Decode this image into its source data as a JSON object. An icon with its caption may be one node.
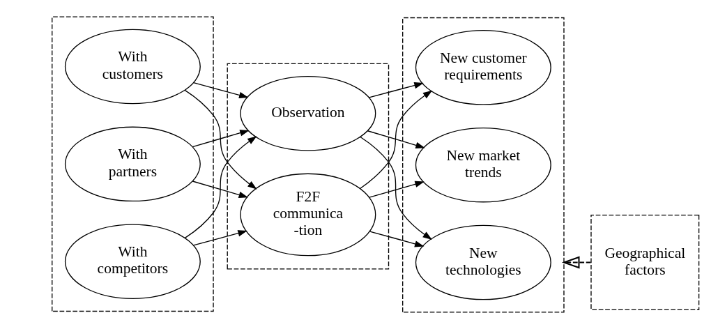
{
  "diagram": {
    "nodes": [
      {
        "text": [],
        "shape": "box"
      },
      {
        "text": [
          "With customers"
        ],
        "in": 0
      },
      {
        "text": [
          "With competitors"
        ],
        "in": 0
      },
      {
        "text": [
          "With partners"
        ],
        "in": 0
      },
      {
        "text": [],
        "shape": "box"
      },
      {
        "text": [
          "F2F communica -tion"
        ],
        "in": 4
      },
      {
        "text": [
          "Observation"
        ],
        "in": 4
      },
      {
        "text": [],
        "shape": "box"
      },
      {
        "text": [
          "New customer requirements"
        ],
        "in": 7
      },
      {
        "text": [
          "New technologies"
        ],
        "in": 7
      },
      {
        "text": [
          "New market trends"
        ],
        "in": 7
      },
      {
        "text": [
          "Geographical factors"
        ]
      }
    ],
    "edges": [
      {
        "from": 1,
        "to": 5,
        "arrow": "to"
      },
      {
        "from": 1,
        "to": 6,
        "arrow": "to"
      },
      {
        "from": 2,
        "to": 5,
        "arrow": "to"
      },
      {
        "from": 2,
        "to": 6,
        "arrow": "to"
      },
      {
        "from": 3,
        "to": 5,
        "arrow": "to"
      },
      {
        "from": 3,
        "to": 6,
        "arrow": "to"
      },
      {
        "from": 5,
        "to": 8,
        "arrow": "to"
      },
      {
        "from": 5,
        "to": 9,
        "arrow": "to"
      },
      {
        "from": 5,
        "to": 10,
        "arrow": "to"
      },
      {
        "from": 6,
        "to": 8,
        "arrow": "to"
      },
      {
        "from": 6,
        "to": 9,
        "arrow": "to"
      },
      {
        "from": 6,
        "to": 10,
        "arrow": "to"
      },
      {
        "from": 11,
        "to": 7,
        "arrow": "to",
        "style": "dashed"
      }
    ]
  }
}
